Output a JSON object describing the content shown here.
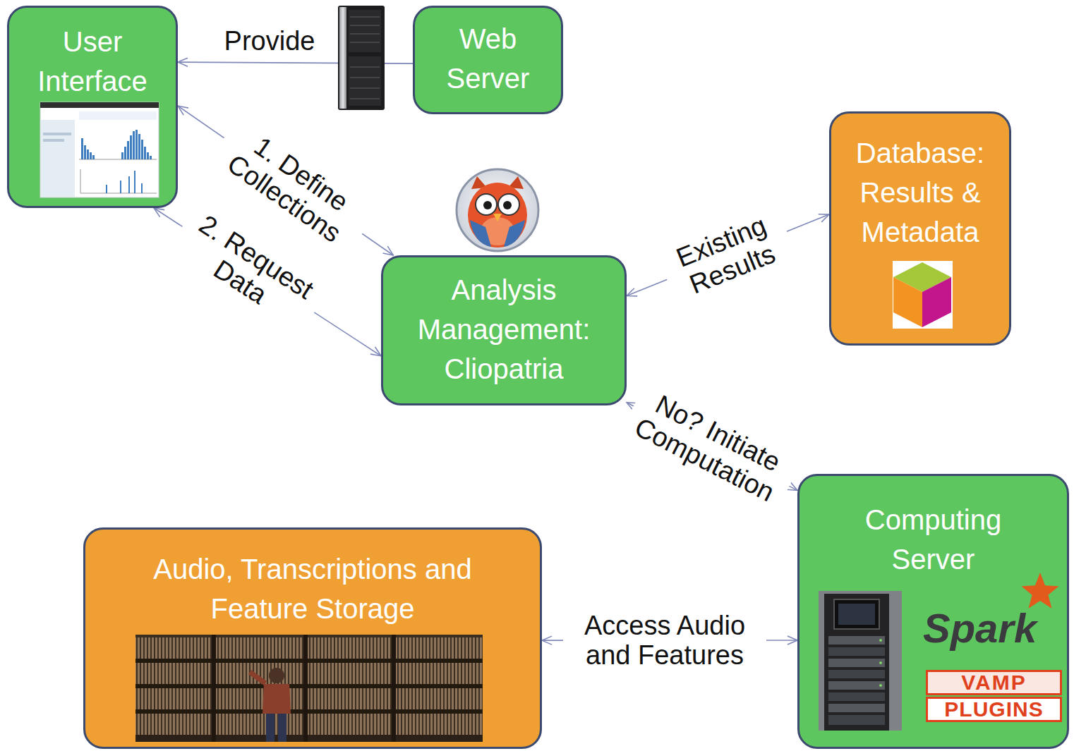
{
  "diagram": {
    "nodes": [
      {
        "text": [
          "User Interface"
        ]
      },
      {
        "text": [
          "Web Server"
        ]
      },
      {
        "text": [
          "Database: Results & Metadata"
        ]
      },
      {
        "text": [
          "Analysis Management: Cliopatria"
        ]
      },
      {
        "text": [
          "Computing Server"
        ]
      },
      {
        "text": [
          "Audio, Transcriptions and Feature Storage"
        ]
      }
    ],
    "edges": [
      {
        "from": 1,
        "to": 0,
        "label": "Provide",
        "arrow": "to"
      },
      {
        "from": 0,
        "to": 3,
        "label": "1. Define Collections",
        "arrow": "both"
      },
      {
        "from": 0,
        "to": 3,
        "label": "2. Request Data",
        "arrow": "both"
      },
      {
        "from": 3,
        "to": 2,
        "label": "Existing Results",
        "arrow": "both"
      },
      {
        "from": 3,
        "to": 4,
        "label": "No? Initiate Computation",
        "arrow": "both"
      },
      {
        "from": 4,
        "to": 5,
        "label": "Access Audio and Features",
        "arrow": "both"
      }
    ],
    "labels": [
      "Spark",
      "VAMP",
      "PLUGINS"
    ]
  }
}
